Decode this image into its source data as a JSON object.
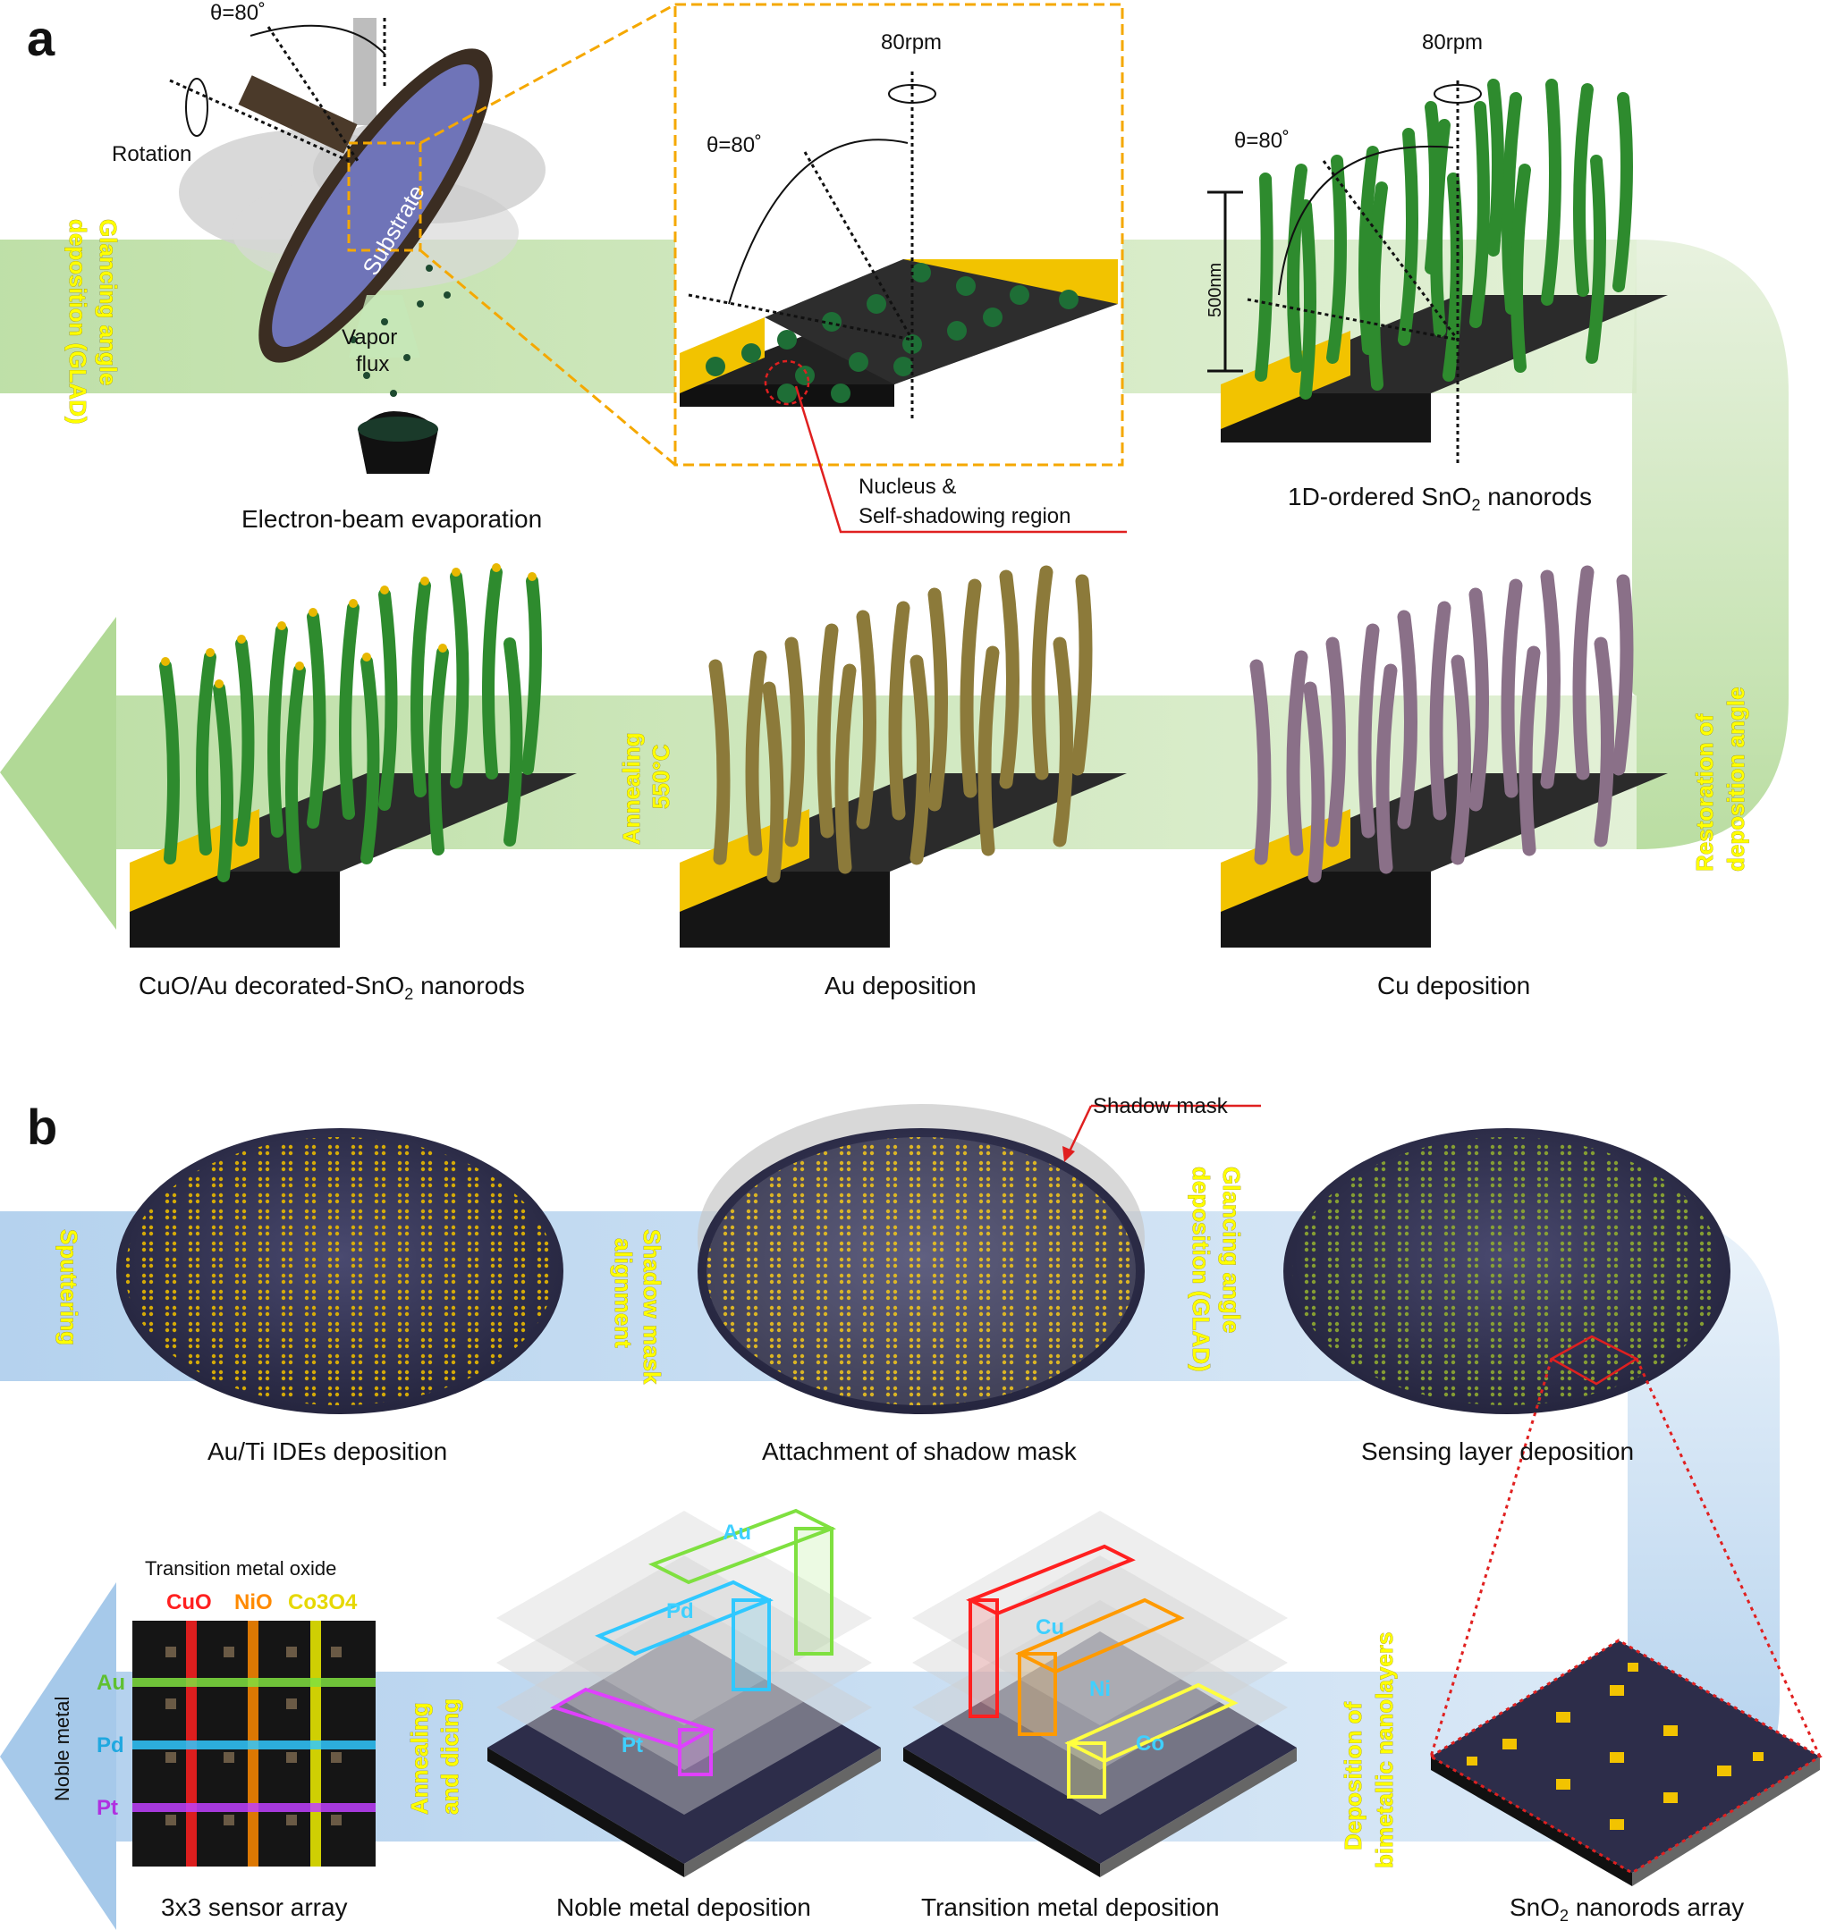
{
  "panel_a": {
    "label": "a",
    "theta": "θ=80˚",
    "rotation": "Rotation",
    "substrate": "Substrate",
    "vapor": "Vapor",
    "flux": "flux",
    "rpm": "80rpm",
    "height": "500nm",
    "nucleus_l1": "Nucleus &",
    "nucleus_l2": "Self-shadowing region",
    "glad_l1": "Glancing angle",
    "glad_l2": "deposition (GLAD)",
    "anneal_l1": "Annealing",
    "anneal_l2": "550°C",
    "restore_l1": "Restoration of",
    "restore_l2": "deposition angle",
    "captions": {
      "ebeam": "Electron-beam evaporation",
      "sno2_pre": "1D-ordered SnO",
      "sno2_sub": "2",
      "sno2_post": " nanorods",
      "decor_pre": "CuO/Au decorated-SnO",
      "decor_sub": "2",
      "decor_post": " nanorods",
      "au": "Au deposition",
      "cu": "Cu deposition"
    }
  },
  "panel_b": {
    "label": "b",
    "shadow_mask": "Shadow mask",
    "sputtering": "Sputtering",
    "mask_align_l1": "Shadow mask",
    "mask_align_l2": "alignment",
    "glad_l1": "Glancing angle",
    "glad_l2": "deposition (GLAD)",
    "anneal_l1": "Annealing",
    "anneal_l2": "and dicing",
    "bimetal_l1": "Deposition of",
    "bimetal_l2": "bimetallic nanolayers",
    "tmo": "Transition metal oxide",
    "noble": "Noble metal",
    "cuo": "CuO",
    "nio": "NiO",
    "co3o4": "Co3O4",
    "au": "Au",
    "pd": "Pd",
    "pt": "Pt",
    "cu": "Cu",
    "ni": "Ni",
    "co": "Co",
    "captions": {
      "ides": "Au/Ti IDEs deposition",
      "mask": "Attachment of shadow mask",
      "sensing": "Sensing layer deposition",
      "array": "3x3 sensor array",
      "noble": "Noble metal deposition",
      "transition": "Transition metal deposition",
      "sno2_pre": "SnO",
      "sno2_sub": "2",
      "sno2_post": " nanorods array"
    }
  },
  "colors": {
    "green_arrow": "#b9dca0",
    "blue_arrow": "#a9c9e8",
    "gold": "#f2c300",
    "rod_green": "#2e8b2e",
    "rod_gold": "#8c7a3a",
    "rod_purple": "#8a7088",
    "red": "#e02020"
  }
}
